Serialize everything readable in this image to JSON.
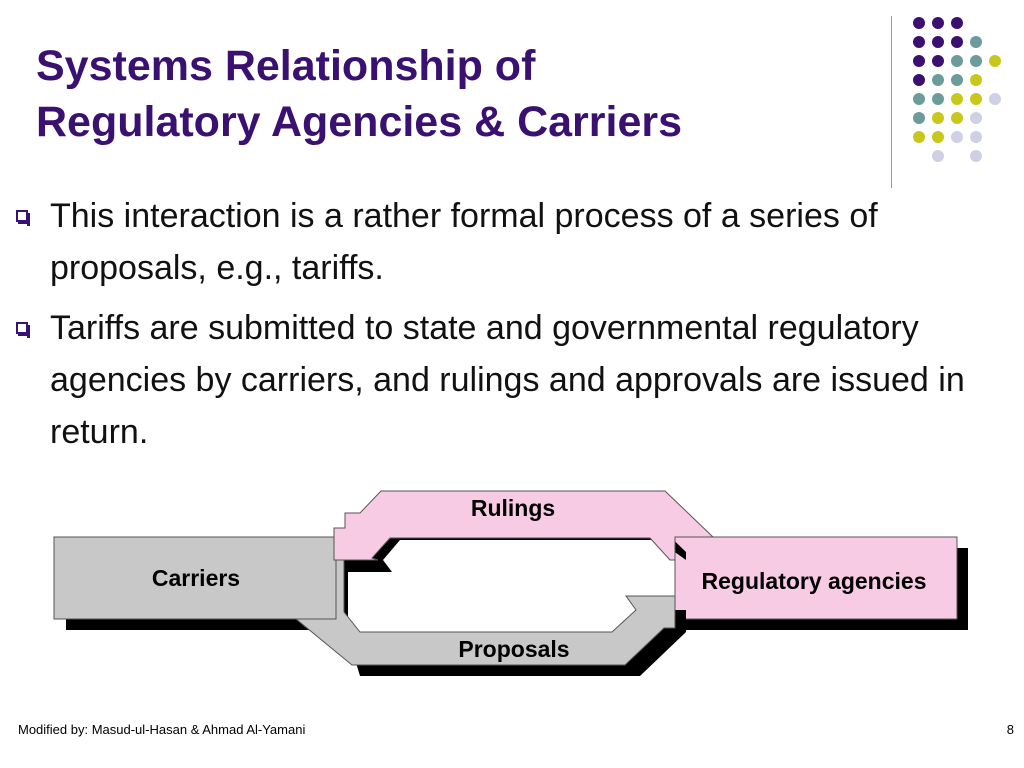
{
  "slide": {
    "title_line1": "Systems Relationship of",
    "title_line2": "Regulatory Agencies & Carriers",
    "bullets": [
      "This interaction is a rather formal process of a series of proposals, e.g., tariffs.",
      "Tariffs are submitted to state and governmental regulatory agencies by carriers, and rulings and approvals are issued in return."
    ],
    "footer": "Modified by: Masud-ul-Hasan & Ahmad Al-Yamani",
    "page_number": "8"
  },
  "diagram": {
    "carriers_label": "Carriers",
    "agencies_label": "Regulatory agencies",
    "rulings_label": "Rulings",
    "proposals_label": "Proposals"
  },
  "colors": {
    "title": "#3a1070",
    "carriers_fill": "#c8c8c8",
    "agencies_fill": "#f8cbe4",
    "dot_purple": "#3a1070",
    "dot_teal": "#6b9b9b",
    "dot_olive": "#c8c81c",
    "dot_lavender": "#d0d0e4"
  }
}
